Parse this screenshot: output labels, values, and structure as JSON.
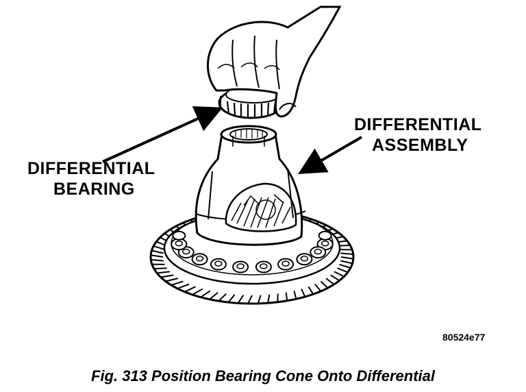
{
  "figure": {
    "labels": {
      "differential_bearing": [
        "DIFFERENTIAL",
        "BEARING"
      ],
      "differential_assembly": [
        "DIFFERENTIAL",
        "ASSEMBLY"
      ]
    },
    "reference_code": "80524e77",
    "caption": "Fig. 313 Position Bearing Cone Onto Differential"
  },
  "colors": {
    "ink": "#000000",
    "paper": "#ffffff"
  }
}
